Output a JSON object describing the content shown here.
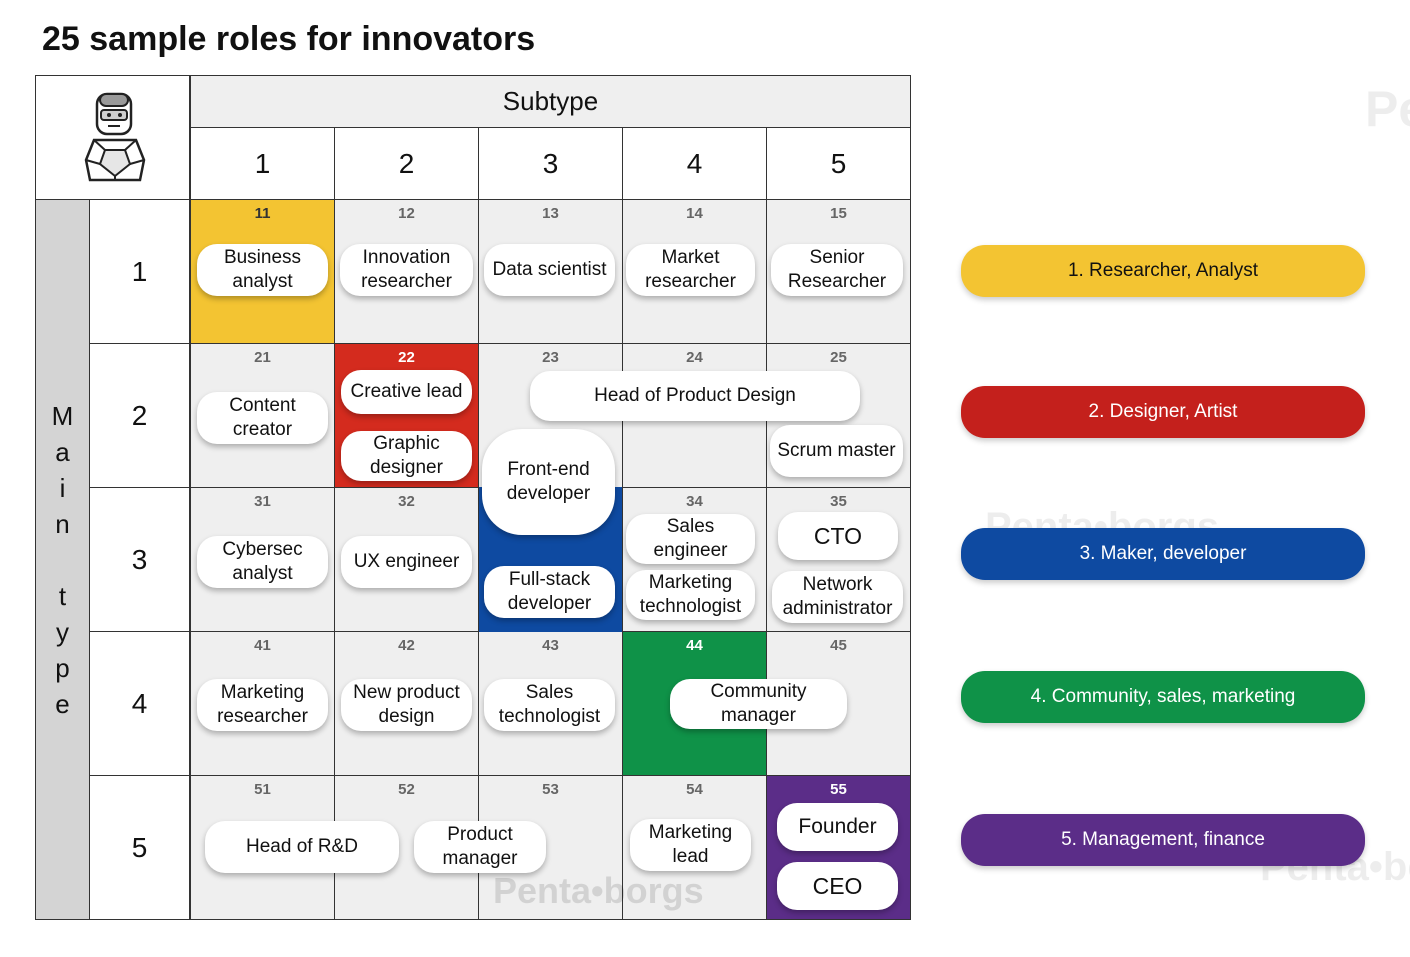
{
  "title": "25 sample roles for innovators",
  "header": {
    "subtype": "Subtype",
    "columns": [
      "1",
      "2",
      "3",
      "4",
      "5"
    ],
    "rows": [
      "1",
      "2",
      "3",
      "4",
      "5"
    ],
    "main_type_letters": [
      "M",
      "a",
      "i",
      "n",
      "",
      "t",
      "y",
      "p",
      "e"
    ]
  },
  "cells": {
    "c11": "11",
    "c12": "12",
    "c13": "13",
    "c14": "14",
    "c15": "15",
    "c21": "21",
    "c22": "22",
    "c23": "23",
    "c24": "24",
    "c25": "25",
    "c31": "31",
    "c32": "32",
    "c34": "34",
    "c35": "35",
    "c41": "41",
    "c42": "42",
    "c43": "43",
    "c44": "44",
    "c45": "45",
    "c51": "51",
    "c52": "52",
    "c53": "53",
    "c54": "54",
    "c55": "55"
  },
  "roles": {
    "business_analyst": "Business analyst",
    "innovation_researcher": "Innovation researcher",
    "data_scientist": "Data scientist",
    "market_researcher": "Market researcher",
    "senior_researcher": "Senior Researcher",
    "content_creator": "Content creator",
    "creative_lead": "Creative lead",
    "graphic_designer": "Graphic designer",
    "head_product_design": "Head of Product Design",
    "scrum_master": "Scrum master",
    "frontend_developer": "Front-end developer",
    "cybersec_analyst": "Cybersec analyst",
    "ux_engineer": "UX engineer",
    "fullstack_developer": "Full-stack developer",
    "sales_engineer": "Sales engineer",
    "marketing_technologist": "Marketing technologist",
    "cto": "CTO",
    "network_administrator": "Network administrator",
    "marketing_researcher": "Marketing researcher",
    "new_product_design": "New product design",
    "sales_technologist": "Sales technologist",
    "community_manager": "Community manager",
    "head_rd": "Head of R&D",
    "product_manager": "Product manager",
    "marketing_lead": "Marketing lead",
    "founder": "Founder",
    "ceo": "CEO"
  },
  "legend": [
    {
      "label": "1. Researcher, Analyst",
      "color": "#f3c432"
    },
    {
      "label": "2. Designer, Artist",
      "color": "#c4201c"
    },
    {
      "label": "3. Maker, developer",
      "color": "#0e4aa1"
    },
    {
      "label": "4. Community, sales, marketing",
      "color": "#0f9248"
    },
    {
      "label": "5. Management, finance",
      "color": "#5b2d88"
    }
  ],
  "watermark": "Penta•borgs",
  "icons": {
    "corner": "robot-mascot-icon"
  }
}
